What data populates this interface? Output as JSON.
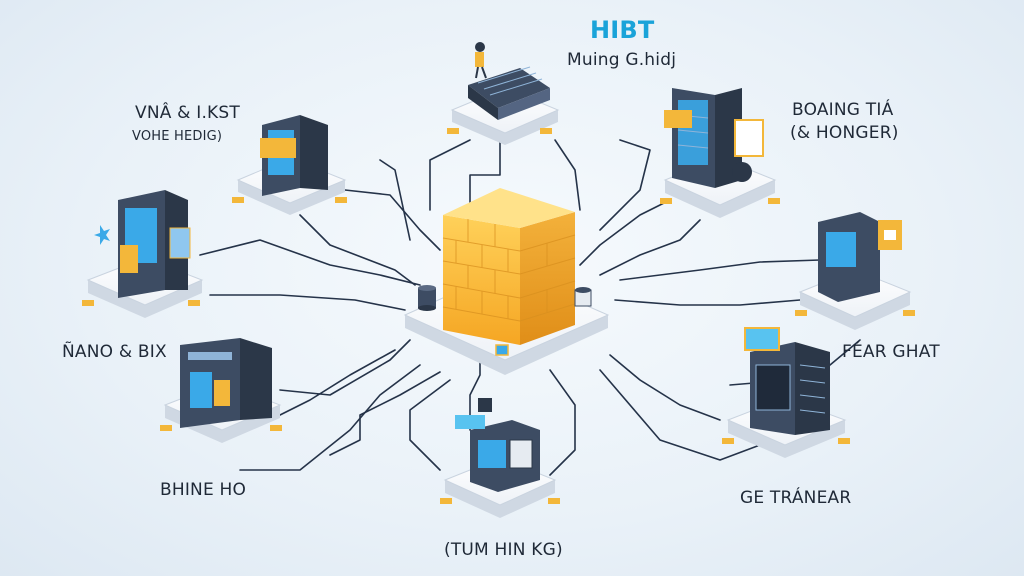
{
  "header": {
    "title": "HIBT",
    "subtitle": "Muing G.hidj"
  },
  "nodes": [
    {
      "id": "top-left",
      "label_line1": "VNÂ & I.KST",
      "label_line2": "VOHE HEDIG)"
    },
    {
      "id": "right-top",
      "label_line1": "BOAING TIÁ",
      "label_line2": "(& HONGER)"
    },
    {
      "id": "left-mid",
      "label_line1": "ÑANO & BIX"
    },
    {
      "id": "right-mid",
      "label_line1": "FÉAR GHAT"
    },
    {
      "id": "bottom-left",
      "label_line1": "BHINE HO"
    },
    {
      "id": "bottom-right",
      "label_line1": "GE TRÁNEAR"
    },
    {
      "id": "bottom-center",
      "label_line1": "(TUM HIN KG)"
    }
  ],
  "colors": {
    "hub": "#f6c14a",
    "server_body": "#3d4c63",
    "screen": "#3aa9e8",
    "accent": "#f3b73a",
    "title": "#1aa3d9"
  }
}
